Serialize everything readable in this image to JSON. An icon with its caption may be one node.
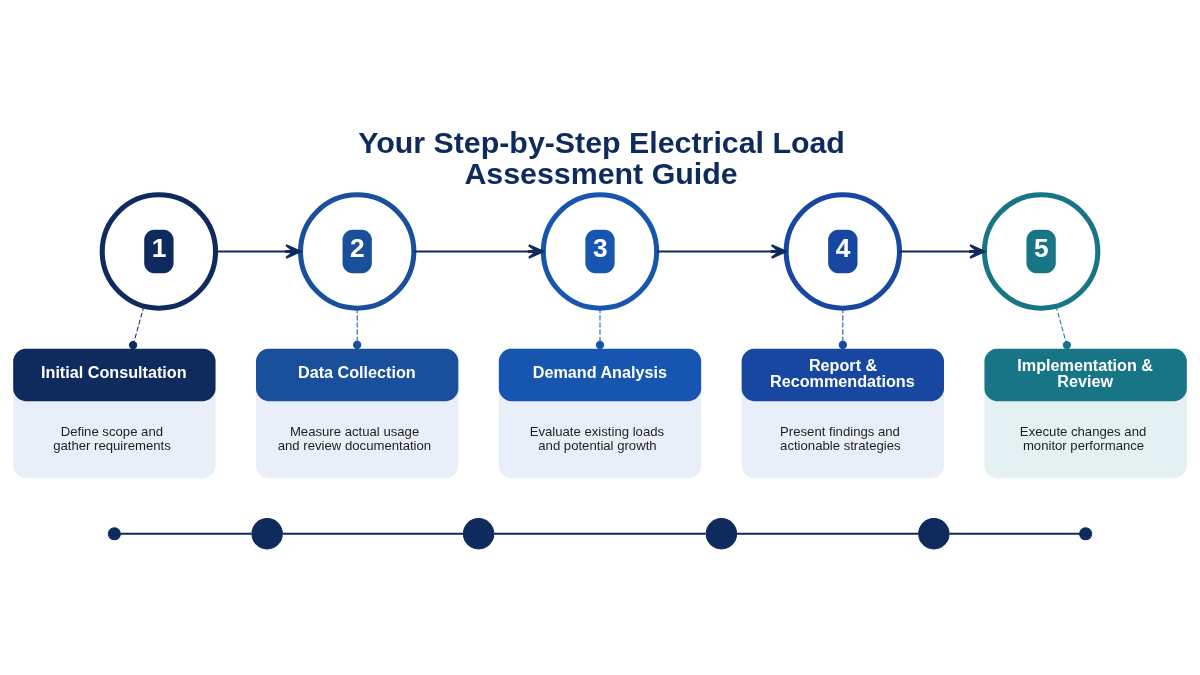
{
  "diagram": {
    "title": "Your Step-by-Step Electrical Load Assessment Guide",
    "nodes": [
      {
        "text": [
          "1"
        ]
      },
      {
        "text": [
          "2"
        ]
      },
      {
        "text": [
          "3"
        ]
      },
      {
        "text": [
          "4"
        ]
      },
      {
        "text": [
          "5"
        ]
      },
      {
        "text": [
          "Initial Consultation",
          "Define scope and gather requirements"
        ]
      },
      {
        "text": [
          "Data Collection",
          "Measure actual usage and review documentation"
        ]
      },
      {
        "text": [
          "Demand Analysis",
          "Evaluate existing loads and potential growth"
        ]
      },
      {
        "text": [
          "Report & Recommendations",
          "Present findings and actionable strategies"
        ]
      },
      {
        "text": [
          "Implementation & Review",
          "Execute changes and monitor performance"
        ]
      },
      {
        "text": [],
        "shape": "circle"
      },
      {
        "text": [],
        "shape": "circle"
      },
      {
        "text": [],
        "shape": "circle"
      },
      {
        "text": [],
        "shape": "circle"
      },
      {
        "text": [],
        "shape": "circle"
      },
      {
        "text": [],
        "shape": "circle"
      }
    ],
    "edges": [
      {
        "from": 0,
        "to": 1,
        "arrow": "to"
      },
      {
        "from": 1,
        "to": 2,
        "arrow": "to"
      },
      {
        "from": 2,
        "to": 3,
        "arrow": "to"
      },
      {
        "from": 3,
        "to": 4,
        "arrow": "to"
      },
      {
        "from": 0,
        "to": 5,
        "arrow": "other",
        "style": "dashed"
      },
      {
        "from": 1,
        "to": 6,
        "arrow": "other",
        "style": "dashed",
        "color": "#1a4f9c"
      },
      {
        "from": 2,
        "to": 7,
        "arrow": "other",
        "style": "dashed",
        "color": "#1656b0"
      },
      {
        "from": 3,
        "to": 8,
        "arrow": "other",
        "style": "dashed",
        "color": "#1747a0"
      },
      {
        "from": 4,
        "to": 9,
        "arrow": "other",
        "style": "dashed",
        "color": "#177585"
      },
      {
        "from": 10,
        "to": 11,
        "arrow": "none"
      },
      {
        "from": 11,
        "to": 12,
        "arrow": "none"
      },
      {
        "from": 12,
        "to": 13,
        "arrow": "none"
      },
      {
        "from": 13,
        "to": 14,
        "arrow": "none"
      },
      {
        "from": 14,
        "to": 15,
        "arrow": "none"
      }
    ]
  }
}
